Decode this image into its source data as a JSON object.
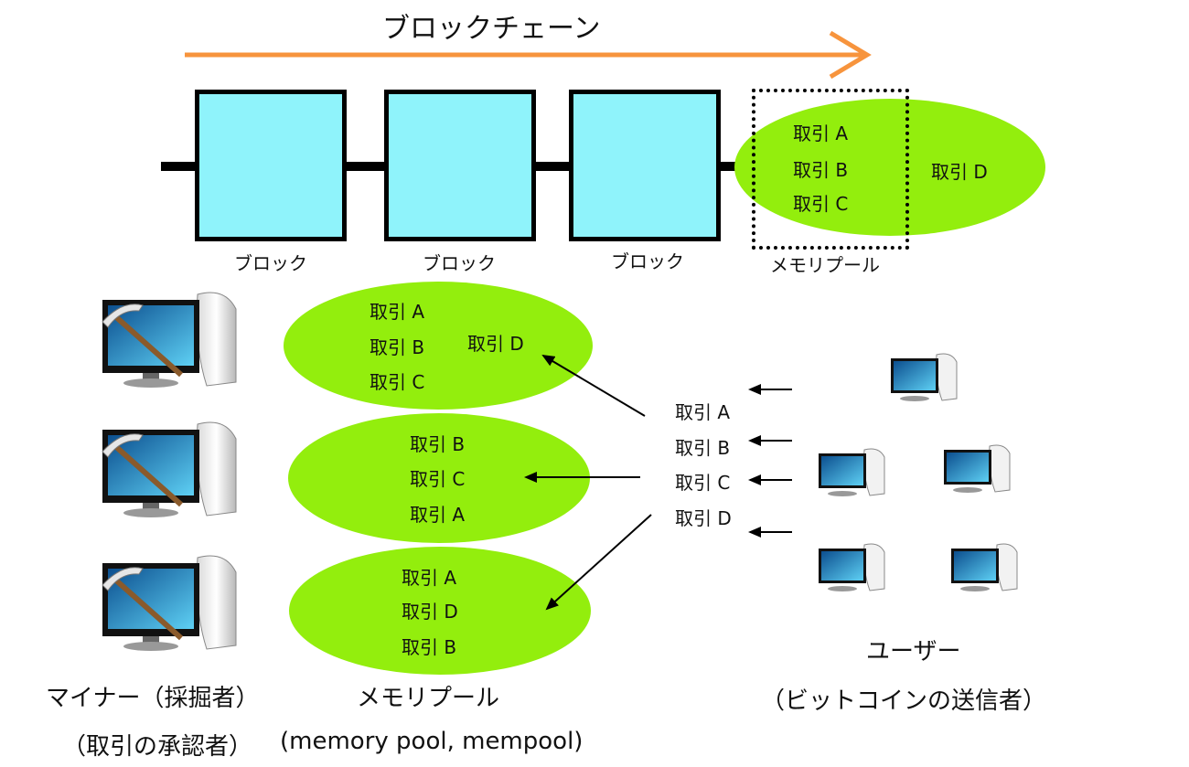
{
  "title": "ブロックチェーン",
  "chain": {
    "block_labels": [
      "ブロック",
      "ブロック",
      "ブロック"
    ],
    "mempool_label": "メモリプール",
    "mempool_tx": [
      "取引 A",
      "取引 B",
      "取引 C"
    ],
    "outside_tx": "取引 D"
  },
  "miners": {
    "pools": [
      [
        "取引 A",
        "取引 B",
        "取引 C",
        "取引 D"
      ],
      [
        "取引 B",
        "取引 C",
        "取引 A"
      ],
      [
        "取引 A",
        "取引 D",
        "取引 B"
      ]
    ]
  },
  "broadcast": [
    "取引 A",
    "取引 B",
    "取引 C",
    "取引 D"
  ],
  "captions": {
    "miner_line1": "マイナー（採掘者）",
    "miner_line2": "（取引の承認者）",
    "mempool_line1": "メモリプール",
    "mempool_line2": "(memory pool, mempool)",
    "user_line1": "ユーザー",
    "user_line2": "（ビットコインの送信者）"
  },
  "colors": {
    "arrow": "#f7943d",
    "block": "#8ff3fb",
    "pool": "#93ee0d"
  }
}
